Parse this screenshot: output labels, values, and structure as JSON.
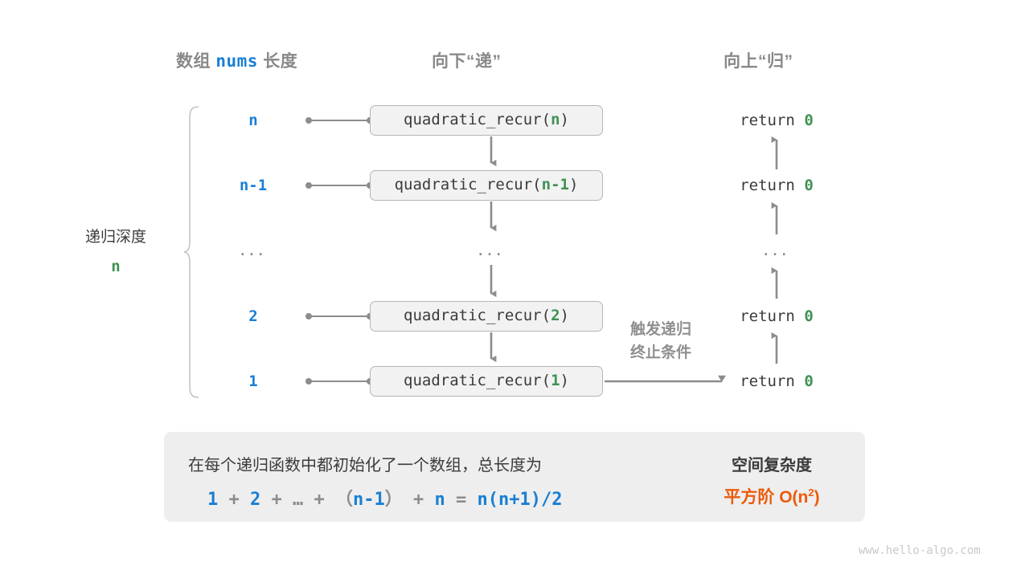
{
  "headers": {
    "left": {
      "pre": "数组 ",
      "code": "nums",
      "post": " 长度"
    },
    "middle": "向下“递”",
    "right": "向上“归”"
  },
  "depth": {
    "label": "递归深度",
    "value": "n"
  },
  "rows": [
    {
      "size": "n",
      "call_prefix": "quadratic_recur(",
      "call_arg": "n",
      "call_suffix": ")",
      "ret_text": "return ",
      "ret_value": "0"
    },
    {
      "size": "n-1",
      "call_prefix": "quadratic_recur(",
      "call_arg": "n-1",
      "call_suffix": ")",
      "ret_text": "return ",
      "ret_value": "0"
    },
    {
      "size": "...",
      "call_prefix": "...",
      "call_arg": "",
      "call_suffix": "",
      "ret_text": "...",
      "ret_value": ""
    },
    {
      "size": "2",
      "call_prefix": "quadratic_recur(",
      "call_arg": "2",
      "call_suffix": ")",
      "ret_text": "return ",
      "ret_value": "0"
    },
    {
      "size": "1",
      "call_prefix": "quadratic_recur(",
      "call_arg": "1",
      "call_suffix": ")",
      "ret_text": "return ",
      "ret_value": "0"
    }
  ],
  "trigger_note": {
    "line1": "触发递归",
    "line2": "终止条件"
  },
  "summary": {
    "text": "在每个递归函数中都初始化了一个数组，总长度为",
    "formula_parts": [
      {
        "t": "1",
        "c": "num"
      },
      {
        "t": " + ",
        "c": "op"
      },
      {
        "t": "2",
        "c": "num"
      },
      {
        "t": " + ",
        "c": "op"
      },
      {
        "t": "…",
        "c": "op"
      },
      {
        "t": " + ",
        "c": "op"
      },
      {
        "t": "（",
        "c": "op"
      },
      {
        "t": "n-1",
        "c": "num"
      },
      {
        "t": "）",
        "c": "op"
      },
      {
        "t": " + ",
        "c": "op"
      },
      {
        "t": "n",
        "c": "num"
      },
      {
        "t": " = ",
        "c": "op"
      },
      {
        "t": "n(n+1)/2",
        "c": "num"
      }
    ],
    "result_title": "空间复杂度",
    "result_value_prefix": "平方阶 O(n",
    "result_value_exp": "2",
    "result_value_suffix": ")"
  },
  "watermark": "www.hello-algo.com",
  "colors": {
    "blue": "#1a7fd4",
    "green": "#3f9153",
    "orange": "#ec5b0c",
    "gray_text": "#3b3b3b",
    "gray_muted": "#8f8f8f",
    "box_fill": "#f2f2f2",
    "box_border": "#b5b5b5",
    "panel_fill": "#eeeeee",
    "arrow": "#8c8c8c"
  }
}
